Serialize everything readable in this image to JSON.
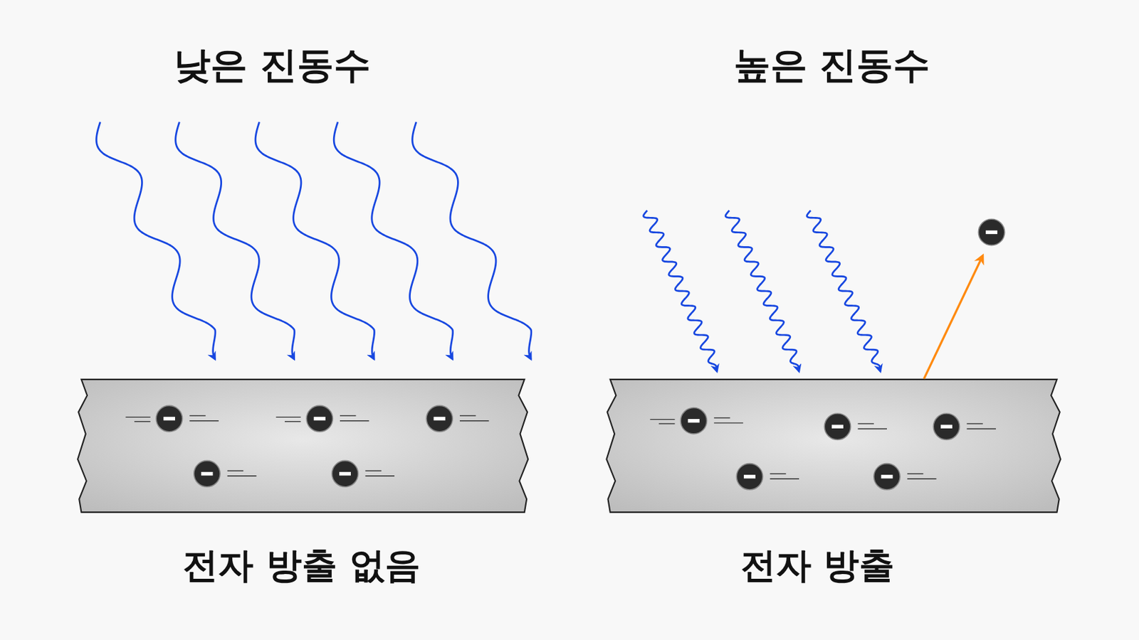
{
  "diagram": {
    "labels": [
      "낮은 진동수",
      "높은 진동수",
      "전자 방출 없음",
      "전자 방출"
    ]
  }
}
